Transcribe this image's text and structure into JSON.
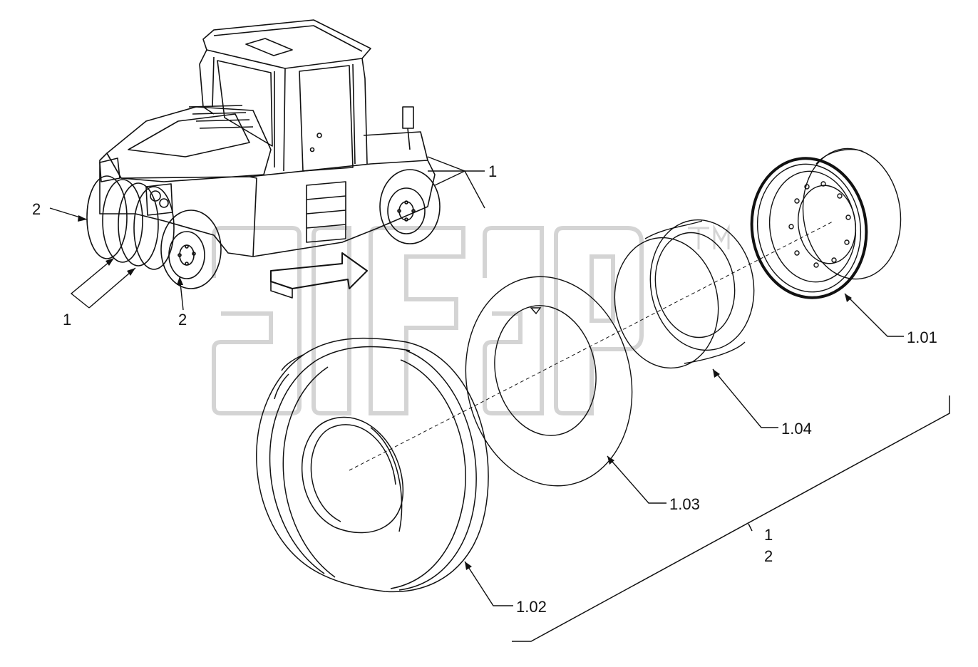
{
  "colors": {
    "line": "#111111",
    "watermark": "#d4d4d4",
    "background": "#ffffff"
  },
  "watermark": {
    "text": "alfa",
    "trademark": "TM"
  },
  "labels": {
    "vehicle_ref_1_top": "1",
    "vehicle_ref_1_bottom": "1",
    "vehicle_ref_2_left": "2",
    "vehicle_ref_2_bottom": "2",
    "part_rim": "1.01",
    "part_tire": "1.02",
    "part_tube": "1.03",
    "part_flap": "1.04",
    "assembly_ref_1": "1",
    "assembly_ref_2": "2"
  }
}
